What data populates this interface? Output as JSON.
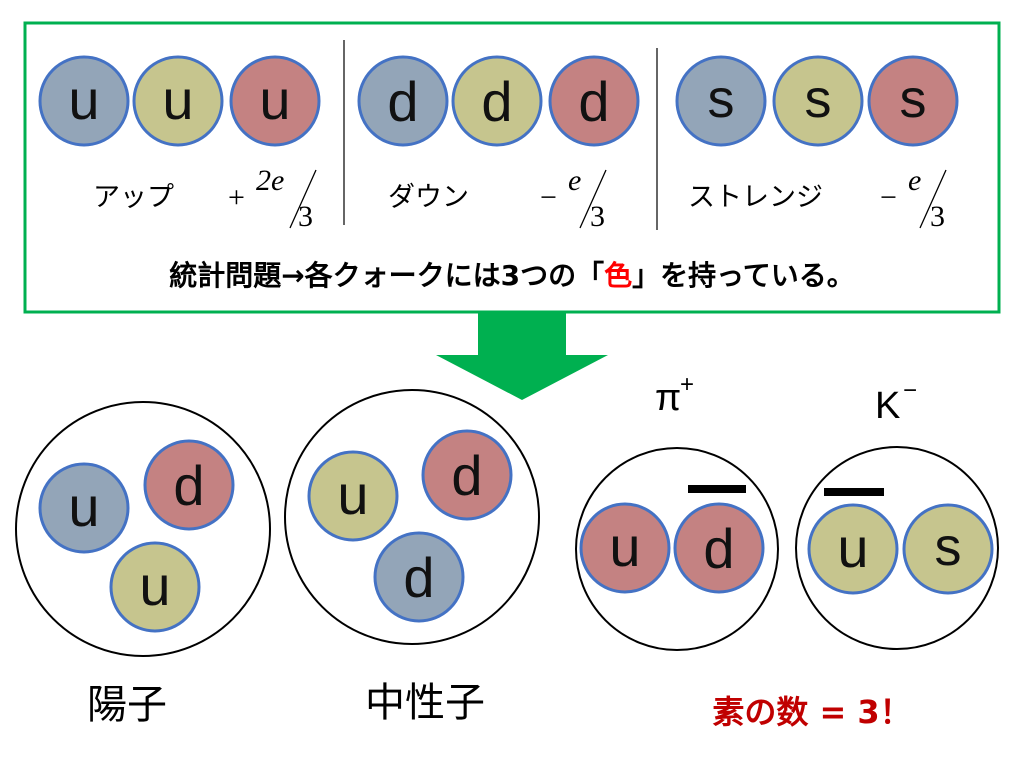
{
  "colors": {
    "blue": "#93a5b8",
    "yellow": "#c6c58e",
    "red": "#c48282",
    "frame": "#00b050",
    "arrow": "#00b050",
    "accent_red": "#ff0000",
    "dark_red": "#c00000"
  },
  "flavors": [
    {
      "symbol": "u",
      "name": "アップ",
      "charge_sign": "+",
      "charge_num": "2e",
      "charge_den": "3"
    },
    {
      "symbol": "d",
      "name": "ダウン",
      "charge_sign": "−",
      "charge_num": "e",
      "charge_den": "3"
    },
    {
      "symbol": "s",
      "name": "ストレンジ",
      "charge_sign": "−",
      "charge_num": "e",
      "charge_den": "3"
    }
  ],
  "note": {
    "before": "統計問題→各クォークには3つの「",
    "highlight": "色",
    "after": "」を持っている。"
  },
  "hadrons": {
    "proton": {
      "label": "陽子",
      "quarks": [
        "u",
        "d",
        "u"
      ]
    },
    "neutron": {
      "label": "中性子",
      "quarks": [
        "u",
        "d",
        "d"
      ]
    },
    "pion": {
      "label_main": "π",
      "label_sup": "+",
      "quarks": [
        "u",
        "d"
      ]
    },
    "kaon": {
      "label_main": "K",
      "label_sup": "−",
      "quarks": [
        "u",
        "s"
      ]
    }
  },
  "conclusion": "素の数 = 3！"
}
